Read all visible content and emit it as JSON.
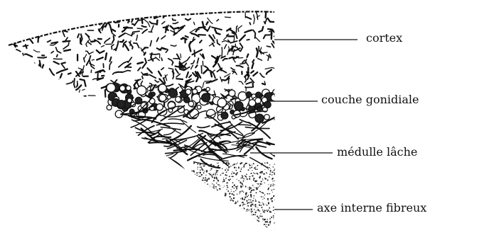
{
  "labels": {
    "cortex": "cortex",
    "couche_gonidiale": "couche gonidiale",
    "medulle_lache": "médulle lâche",
    "axe_interne": "axe interne fibreux"
  }
}
